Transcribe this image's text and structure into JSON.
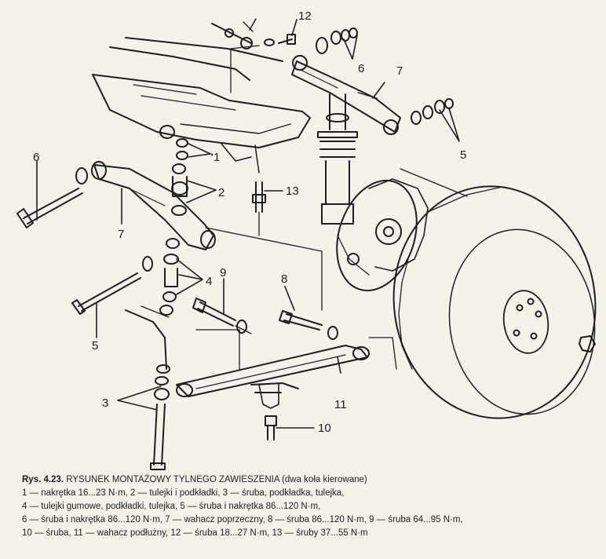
{
  "figure": {
    "callouts": {
      "c1": "1",
      "c2": "2",
      "c3": "3",
      "c4": "4",
      "c5a": "5",
      "c5b": "5",
      "c6a": "6",
      "c6b": "6",
      "c7a": "7",
      "c7b": "7",
      "c8": "8",
      "c9": "9",
      "c10": "10",
      "c11": "11",
      "c12": "12",
      "c13": "13"
    }
  },
  "caption": {
    "number": "Rys. 4.23.",
    "title": "RYSUNEK MONTAŻOWY TYLNEGO ZAWIESZENIA (dwa koła kierowane)",
    "lines": [
      "1 — nakrętka 16...23 N·m, 2 — tulejki i podkładki, 3 — śruba, podkładka, tulejka,",
      "4 — tulejki gumowe, podkładki, tulejka, 5 — śruba i nakrętka 86...120 N·m,",
      "6 — śruba i nakrętka 86...120 N·m, 7 — wahacz poprzeczny, 8 — śruba 86...120 N·m, 9 — śruba 64...95 N·m,",
      "10 — śruba, 11 — wahacz podłużny, 12 — śruba 18...27 N·m, 13 — śruby 37...55 N·m"
    ]
  }
}
